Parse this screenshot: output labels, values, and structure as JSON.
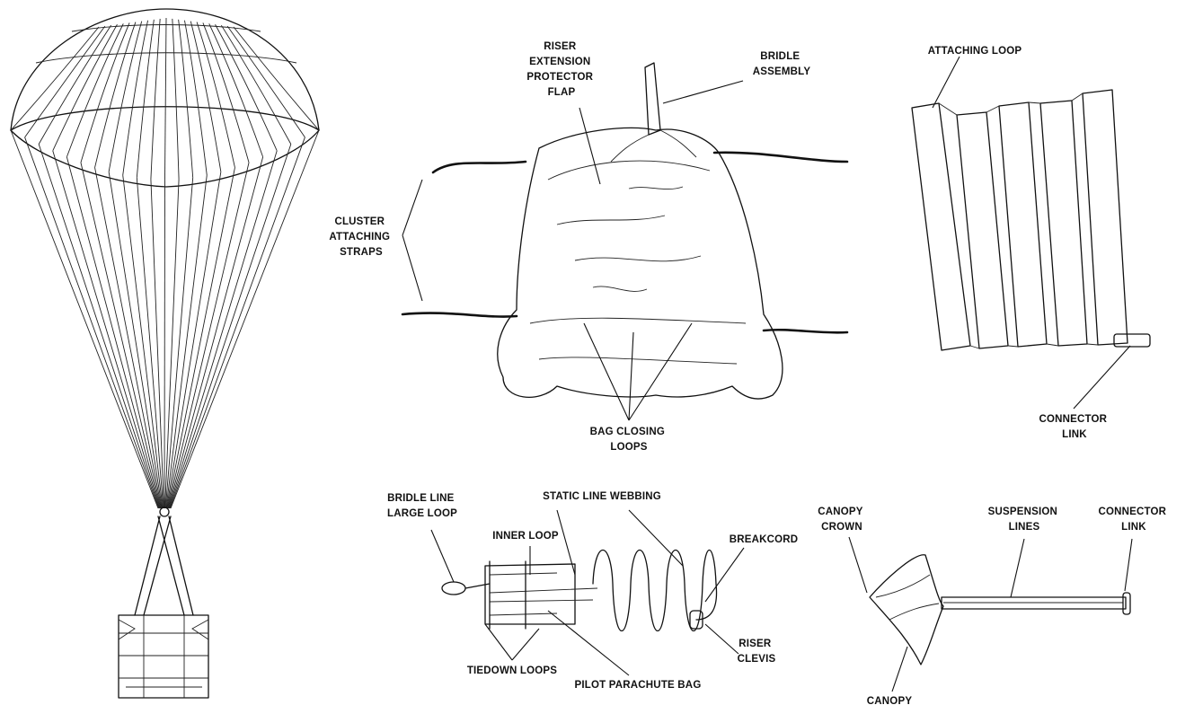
{
  "colors": {
    "ink": "#111111",
    "paper": "#ffffff"
  },
  "labels": {
    "riser_extension_protector_flap": [
      "RISER",
      "EXTENSION",
      "PROTECTOR",
      "FLAP"
    ],
    "bridle_assembly": [
      "BRIDLE",
      "ASSEMBLY"
    ],
    "cluster_attaching_straps": [
      "CLUSTER",
      "ATTACHING",
      "STRAPS"
    ],
    "bag_closing_loops": [
      "BAG CLOSING",
      "LOOPS"
    ],
    "attaching_loop": "ATTACHING LOOP",
    "connector_link_top": [
      "CONNECTOR",
      "LINK"
    ],
    "bridle_line_large_loop": [
      "BRIDLE LINE",
      "LARGE LOOP"
    ],
    "static_line_webbing": "STATIC LINE WEBBING",
    "inner_loop": "INNER LOOP",
    "breakcord": "BREAKCORD",
    "riser_clevis": [
      "RISER",
      "CLEVIS"
    ],
    "tiedown_loops": "TIEDOWN LOOPS",
    "pilot_parachute_bag": "PILOT PARACHUTE BAG",
    "canopy_crown": [
      "CANOPY",
      "CROWN"
    ],
    "suspension_lines": [
      "SUSPENSION",
      "LINES"
    ],
    "connector_link_bottom": [
      "CONNECTOR",
      "LINK"
    ],
    "canopy": "CANOPY"
  }
}
